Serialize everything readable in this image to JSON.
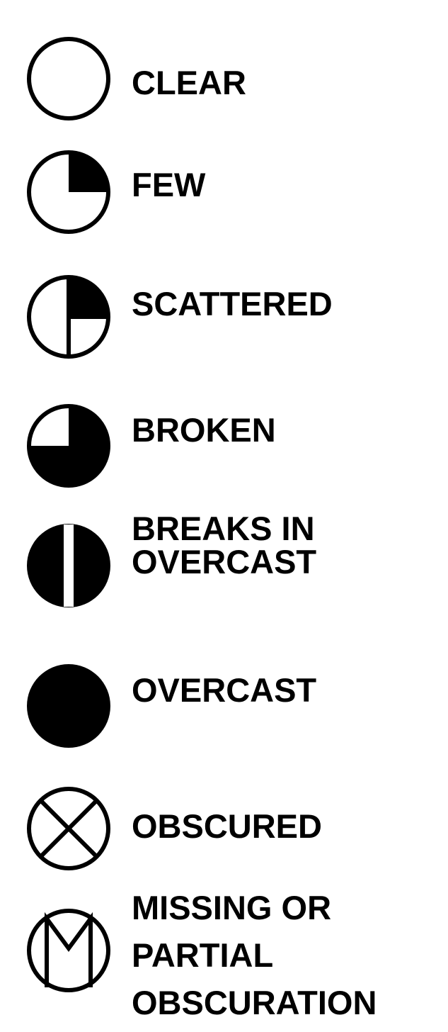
{
  "legend": {
    "items": [
      {
        "key": "clear",
        "label": "CLEAR",
        "icon": "clear-circle-icon"
      },
      {
        "key": "few",
        "label": "FEW",
        "icon": "few-circle-icon"
      },
      {
        "key": "scattered",
        "label": "SCATTERED",
        "icon": "scattered-circle-icon"
      },
      {
        "key": "broken",
        "label": "BROKEN",
        "icon": "broken-circle-icon"
      },
      {
        "key": "breaks",
        "label_lines": [
          "BREAKS IN",
          "OVERCAST"
        ],
        "icon": "breaks-in-overcast-circle-icon"
      },
      {
        "key": "overcast",
        "label": "OVERCAST",
        "icon": "overcast-circle-icon"
      },
      {
        "key": "obscured",
        "label": "OBSCURED",
        "icon": "obscured-circle-icon"
      },
      {
        "key": "missing",
        "label_lines": [
          "MISSING OR",
          "PARTIAL",
          "OBSCURATION"
        ],
        "icon": "missing-or-partial-obscuration-circle-icon"
      }
    ]
  },
  "colors": {
    "ink": "#000000",
    "background": "#ffffff"
  }
}
